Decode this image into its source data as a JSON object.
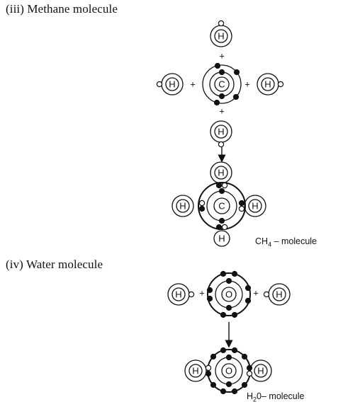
{
  "headings": {
    "methane": "(iii)  Methane molecule",
    "water": "(iv)  Water molecule"
  },
  "captions": {
    "ch4": {
      "main": "CH",
      "sub": "4",
      "rest": " – molecule"
    },
    "h2o": {
      "main": "H",
      "sub": "2",
      "rest": "0– molecule"
    }
  },
  "atoms": {
    "hydrogen": "H",
    "carbon": "C",
    "oxygen": "O"
  },
  "symbols": {
    "plus": "+"
  }
}
